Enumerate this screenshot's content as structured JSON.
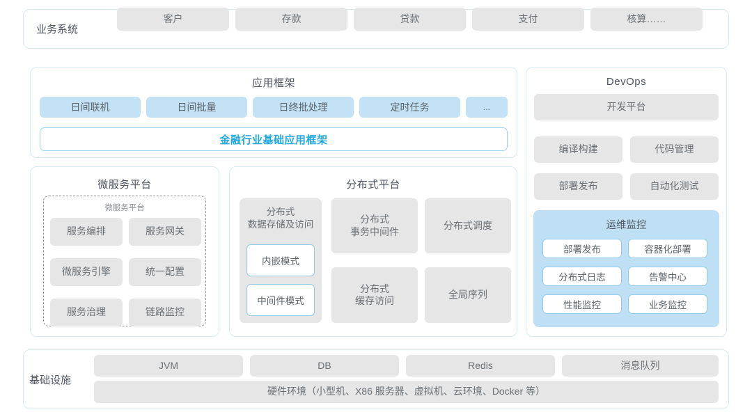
{
  "business_system": {
    "label": "业务系统",
    "items": [
      "客户",
      "存款",
      "贷款",
      "支付",
      "核算……"
    ]
  },
  "app_framework": {
    "title": "应用框架",
    "items": [
      "日间联机",
      "日间批量",
      "日终批处理",
      "定时任务",
      "..."
    ],
    "banner": "金融行业基础应用框架",
    "banner_color": "#22a7e0"
  },
  "microservice_platform": {
    "title": "微服务平台",
    "subtitle": "微服务平台",
    "items": [
      "服务编排",
      "服务网关",
      "微服务引擎",
      "统一配置",
      "服务治理",
      "链路监控"
    ]
  },
  "distributed_platform": {
    "title": "分布式平台",
    "storage": {
      "title_line1": "分布式",
      "title_line2": "数据存储及访问",
      "modes": [
        "内嵌模式",
        "中间件模式"
      ]
    },
    "items": [
      {
        "line1": "分布式",
        "line2": "事务中间件"
      },
      {
        "line1": "分布式调度",
        "line2": ""
      },
      {
        "line1": "分布式",
        "line2": "缓存访问"
      },
      {
        "line1": "全局序列",
        "line2": ""
      }
    ]
  },
  "devops": {
    "title": "DevOps",
    "platform": "开发平台",
    "items": [
      "编译构建",
      "代码管理",
      "部署发布",
      "自动化测试"
    ],
    "ops_monitor": {
      "title": "运维监控",
      "items": [
        "部署发布",
        "容器化部署",
        "分布式日志",
        "告警中心",
        "性能监控",
        "业务监控"
      ]
    }
  },
  "infrastructure": {
    "label": "基础设施",
    "items": [
      "JVM",
      "DB",
      "Redis",
      "消息队列"
    ],
    "hardware": "硬件环境（小型机、X86 服务器、虚拟机、云环境、Docker 等）"
  },
  "colors": {
    "panel_border": "#d7eaf2",
    "chip_grey": "#e6e6e6",
    "chip_blue": "#c3e2f5",
    "accent": "#22a7e0",
    "ops_bg": "#bfe0f4"
  }
}
